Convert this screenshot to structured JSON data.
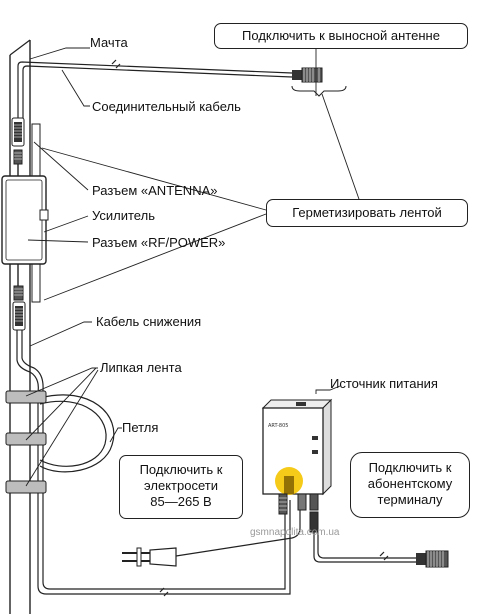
{
  "labels": {
    "mast": "Мачта",
    "connecting_cable": "Соединительный кабель",
    "antenna_connector": "Разъем «ANTENNA»",
    "amplifier": "Усилитель",
    "rf_power_connector": "Разъем «RF/POWER»",
    "drop_cable": "Кабель снижения",
    "tape": "Липкая лента",
    "loop": "Петля",
    "power_supply": "Источник питания"
  },
  "callouts": {
    "external_antenna": "Подключить к выносной антенне",
    "seal_with_tape": "Герметизировать лентой",
    "mains": [
      "Подключить к",
      "электросети",
      "85—265 В"
    ],
    "subscriber_terminal": [
      "Подключить к",
      "абонентскому",
      "терминалу"
    ]
  },
  "device": {
    "model": "ART-805"
  },
  "watermark": "gsmnapolita.com.ua"
}
